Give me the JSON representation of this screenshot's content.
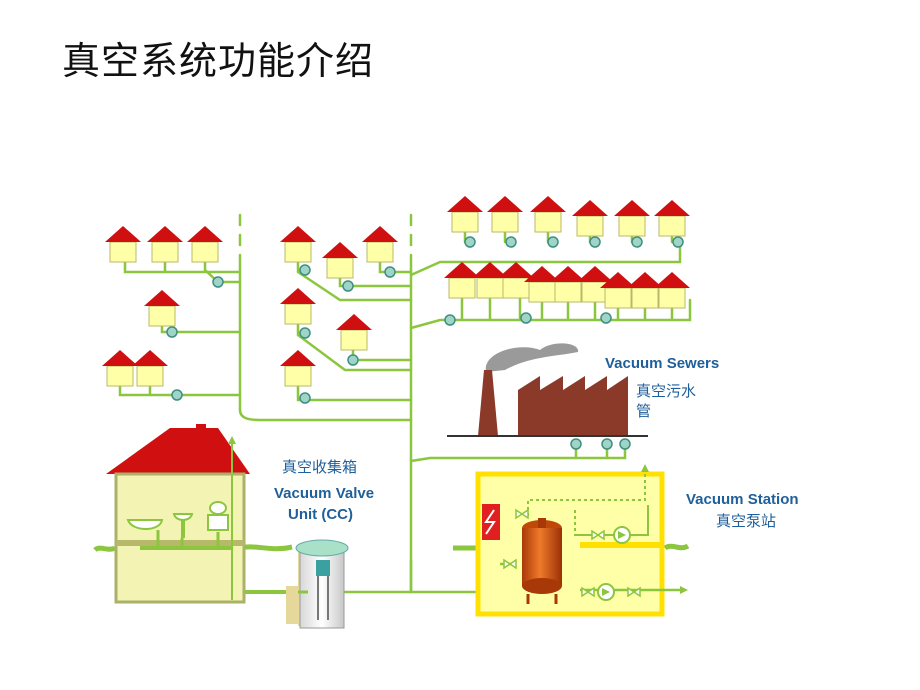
{
  "title": "真空系统功能介绍",
  "labels": {
    "vacuum_sewers_en": "Vacuum Sewers",
    "vacuum_sewers_cn_1": "真空污水",
    "vacuum_sewers_cn_2": "管",
    "valve_unit_cn": "真空收集箱",
    "valve_unit_en_1": "Vacuum Valve",
    "valve_unit_en_2": "Unit (CC)",
    "vacuum_station_en": "Vacuum Station",
    "vacuum_station_cn": "真空泵站"
  },
  "colors": {
    "pipe": "#8cc63f",
    "roof": "#d01010",
    "house_wall": "#ffffa8",
    "valve_node": "#9fd4c8",
    "station_box": "#ffe000",
    "ground": "#8cc63f",
    "factory": "#8b3a2a",
    "smoke": "#9a9a9a",
    "tank": "#d85a10",
    "label_text": "#1f5f9a"
  }
}
